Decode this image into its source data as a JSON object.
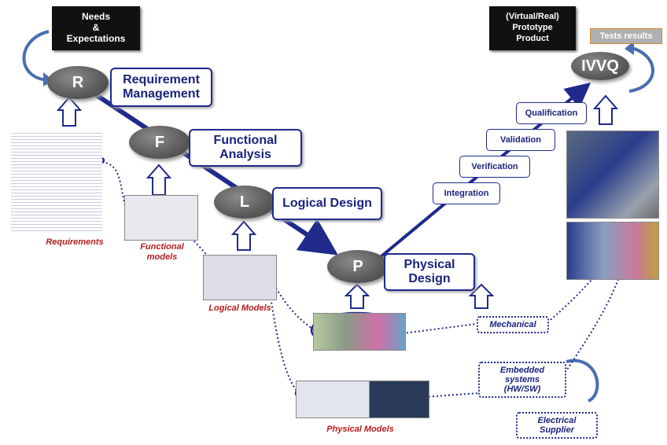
{
  "top_left_box": {
    "lines": [
      "Needs",
      "&",
      "Expectations"
    ]
  },
  "top_right_box": {
    "lines": [
      "(Virtual/Real)",
      "Prototype",
      "Product"
    ]
  },
  "tests_results": "Tests results",
  "nodes": {
    "r": {
      "letter": "R",
      "label": [
        "Requirement",
        "Management"
      ]
    },
    "f": {
      "letter": "F",
      "label": [
        "Functional",
        "Analysis"
      ]
    },
    "l": {
      "letter": "L",
      "label": [
        "Logical Design"
      ]
    },
    "p": {
      "letter": "P",
      "label": [
        "Physical",
        "Design"
      ]
    },
    "ivvq": {
      "letter": "IVVQ"
    }
  },
  "steps": [
    "Integration",
    "Verification",
    "Validation",
    "Qualification"
  ],
  "models": {
    "requirements": [
      "Requirements"
    ],
    "functional": [
      "Functional",
      "models"
    ],
    "logical": [
      "Logical Models"
    ],
    "physical": [
      "Physical Models"
    ]
  },
  "domains": {
    "mechanical": [
      "Mechanical"
    ],
    "embedded": [
      "Embedded",
      "systems",
      "(HW/SW)"
    ],
    "electrical": [
      "Electrical",
      "Supplier"
    ]
  },
  "colors": {
    "navy": "#1f2a8c",
    "node_gray": "#5a5a5a",
    "red_label": "#b71c1c",
    "magenta": "#e0259a"
  }
}
